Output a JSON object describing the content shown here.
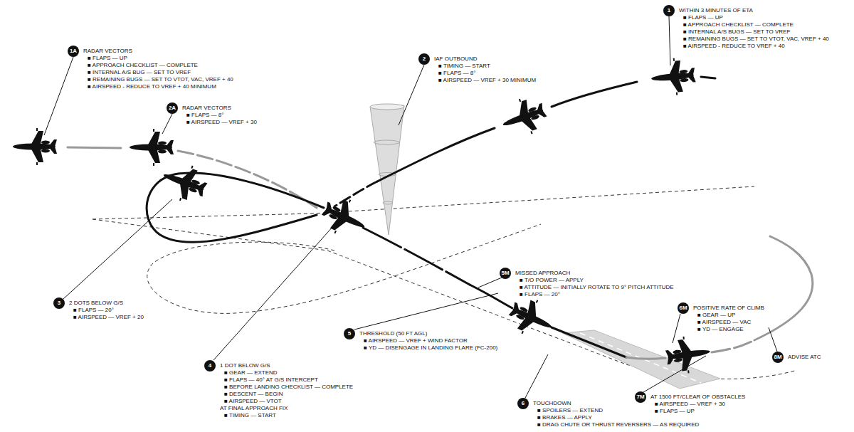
{
  "diagram": {
    "labels": [
      "1",
      "WITHIN 3 MINUTES OF ETA",
      "■ FLAPS — UP",
      "■ APPROACH CHECKLIST — COMPLETE",
      "■ INTERNAL A/S BUGS — SET TO VREF",
      "■ REMAINING BUGS — SET TO VTOT, VAC, VREF + 40",
      "■ AIRSPEED - REDUCE TO VREF + 40",
      "1A",
      "RADAR VECTORS",
      "■ FLAPS — UP",
      "■ APPROACH CHECKLIST — COMPLETE",
      "■ INTERNAL A/S BUG — SET TO VREF",
      "■ REMAINING BUGS — SET TO VTOT, VAC, VREF + 40",
      "■ AIRSPEED - REDUCE TO VREF + 40 MINIMUM",
      "2",
      "IAF OUTBOUND",
      "■ TIMING — START",
      "■ FLAPS — 8°",
      "■ AIRSPEED — VREF + 30 MINIMUM",
      "2A",
      "RADAR VECTORS",
      "■ FLAPS — 8°",
      "■ AIRSPEED — VREF + 30",
      "3",
      "2 DOTS BELOW G/S",
      "■ FLAPS — 20°",
      "■ AIRSPEED — VREF + 20",
      "4",
      "1 DOT BELOW G/S",
      "■ GEAR — EXTEND",
      "■ FLAPS — 40° AT G/S INTERCEPT",
      "■ BEFORE LANDING CHECKLIST — COMPLETE",
      "■ DESCENT — BEGIN",
      "■ AIRSPEED — VTOT",
      "AT FINAL APPROACH FIX",
      "■ TIMING — START",
      "5",
      "THRESHOLD (50 FT AGL)",
      "■ AIRSPEED — VREF + WIND FACTOR",
      "■ YD — DISENGAGE IN LANDING FLARE (FC-200)",
      "5M",
      "MISSED APPROACH",
      "■ T/O POWER — APPLY",
      "■ ATTITUDE — INITIALLY ROTATE TO 9° PITCH ATTITUDE",
      "■ FLAPS — 20°",
      "6",
      "TOUCHDOWN",
      "■ SPOILERS — EXTEND",
      "■ BRAKES — APPLY",
      "■ DRAG CHUTE OR THRUST REVERSERS — AS REQUIRED",
      "6M",
      "POSITIVE RATE OF CLIMB",
      "■ GEAR — UP",
      "■ AIRSPEED — VAC",
      "■ YD — ENGAGE",
      "7M",
      "AT 1500 FT/CLEAR OF OBSTACLES",
      "■ AIRSPEED — VREF + 30",
      "■ FLAPS — UP",
      "8M",
      "ADVISE ATC"
    ]
  }
}
